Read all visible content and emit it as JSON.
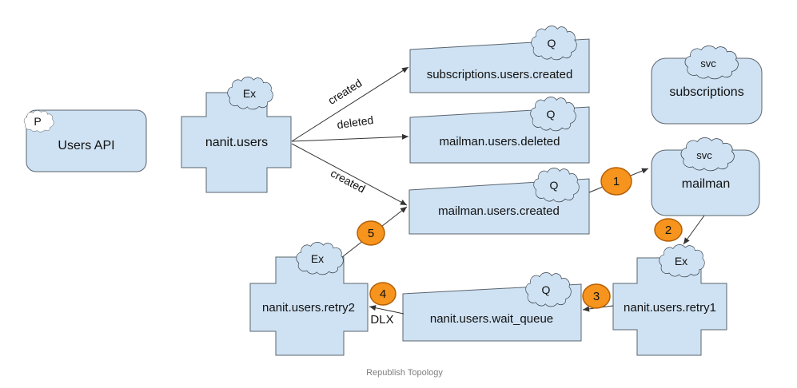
{
  "diagram": {
    "caption": "Republish Topology",
    "colors": {
      "node_fill": "#cfe2f3",
      "node_stroke": "#5a646e",
      "cloud_fill": "#cfe2f3",
      "producer_badge_fill": "#ffffff",
      "step_fill": "#f6941d",
      "step_stroke": "#b45f06",
      "line": "#333333",
      "caption_text": "#7f7f7f"
    },
    "producer": {
      "label": "Users API",
      "badge": "P"
    },
    "exchanges": [
      {
        "label": "nanit.users",
        "badge": "Ex"
      },
      {
        "label": "nanit.users.retry1",
        "badge": "Ex"
      },
      {
        "label": "nanit.users.retry2",
        "badge": "Ex"
      }
    ],
    "queues": [
      {
        "label": "subscriptions.users.created",
        "badge": "Q"
      },
      {
        "label": "mailman.users.deleted",
        "badge": "Q"
      },
      {
        "label": "mailman.users.created",
        "badge": "Q"
      },
      {
        "label": "nanit.users.wait_queue",
        "badge": "Q"
      }
    ],
    "services": [
      {
        "label": "subscriptions",
        "badge": "svc"
      },
      {
        "label": "mailman",
        "badge": "svc"
      }
    ],
    "edge_labels": {
      "created_top": "created",
      "deleted": "deleted",
      "created_bottom": "created",
      "dlx": "DLX"
    },
    "steps": [
      "1",
      "2",
      "3",
      "4",
      "5"
    ]
  }
}
